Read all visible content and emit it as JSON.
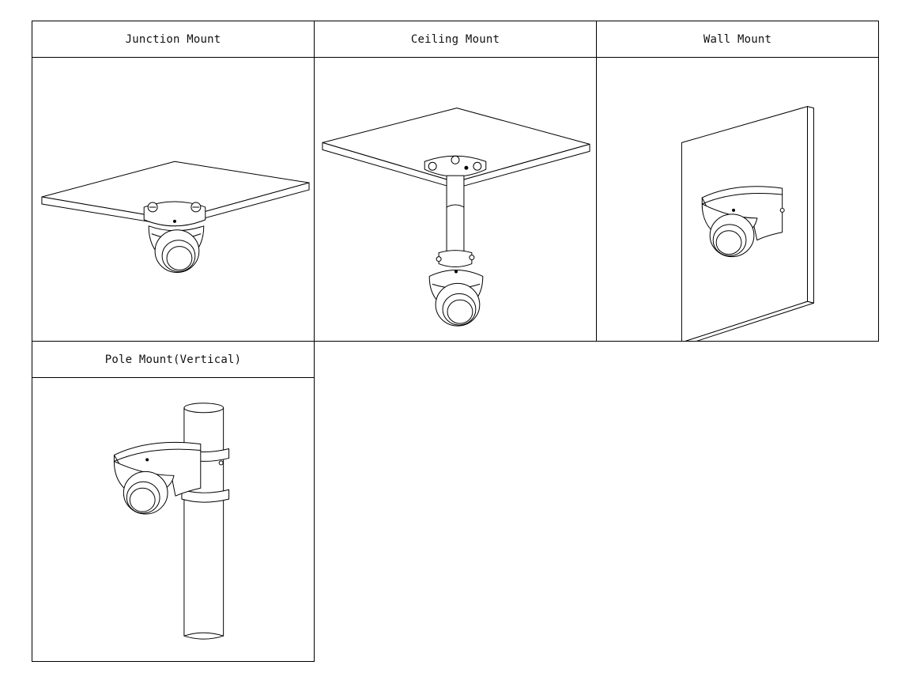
{
  "mounts": [
    {
      "title": "Junction Mount"
    },
    {
      "title": "Ceiling Mount"
    },
    {
      "title": "Wall Mount"
    },
    {
      "title": "Pole Mount(Vertical)"
    }
  ]
}
